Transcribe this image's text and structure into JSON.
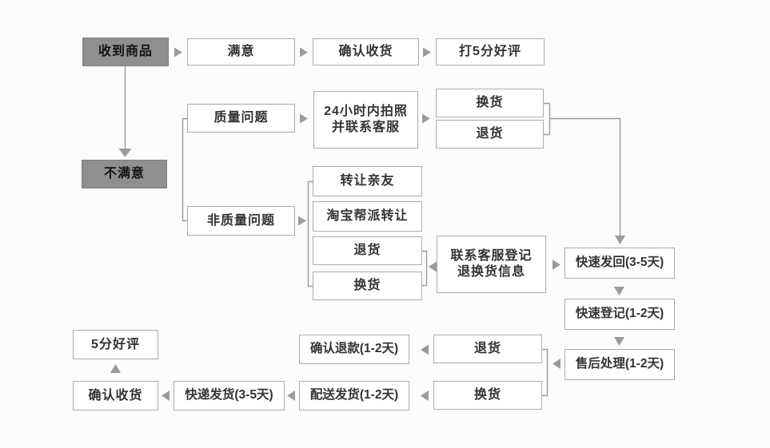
{
  "diagram": {
    "type": "flowchart",
    "nodes": {
      "received": {
        "label": "收到商品"
      },
      "satisfied": {
        "label": "满意"
      },
      "confirm_receipt_top": {
        "label": "确认收货"
      },
      "rate_five_star": {
        "label": "打5分好评"
      },
      "unsatisfied": {
        "label": "不满意"
      },
      "quality_issue": {
        "label": "质量问题"
      },
      "photo_24h": {
        "line1": "24小时内拍照",
        "line2": "并联系客服"
      },
      "exchange_top": {
        "label": "换货"
      },
      "return_top": {
        "label": "退货"
      },
      "non_quality_issue": {
        "label": "非质量问题"
      },
      "transfer_friends": {
        "label": "转让亲友"
      },
      "taobao_group_transfer": {
        "label": "淘宝帮派转让"
      },
      "return_mid": {
        "label": "退货"
      },
      "exchange_mid": {
        "label": "换货"
      },
      "contact_cs": {
        "line1": "联系客服登记",
        "line2": "退换货信息"
      },
      "fast_send_back": {
        "label": "快速发回(3-5天)"
      },
      "fast_register": {
        "label": "快速登记(1-2天)"
      },
      "after_sale": {
        "label": "售后处理(1-2天)"
      },
      "return_bottom": {
        "label": "退货"
      },
      "exchange_bottom": {
        "label": "换货"
      },
      "confirm_refund": {
        "label": "确认退款(1-2天)"
      },
      "delivery_dispatch": {
        "label": "配送发货(1-2天)"
      },
      "express_dispatch": {
        "label": "快递发货(3-5天)"
      },
      "confirm_receipt_bottom": {
        "label": "确认收货"
      },
      "five_star_bottom": {
        "label": "5分好评"
      }
    },
    "colors": {
      "node_fill": "#ffffff",
      "node_border": "#ababab",
      "dark_node_fill": "#8f8f8f",
      "dark_node_border": "#7d7d7d",
      "connector": "#9b9b9b",
      "text": "#333333",
      "background": "#fcfcfc"
    }
  }
}
